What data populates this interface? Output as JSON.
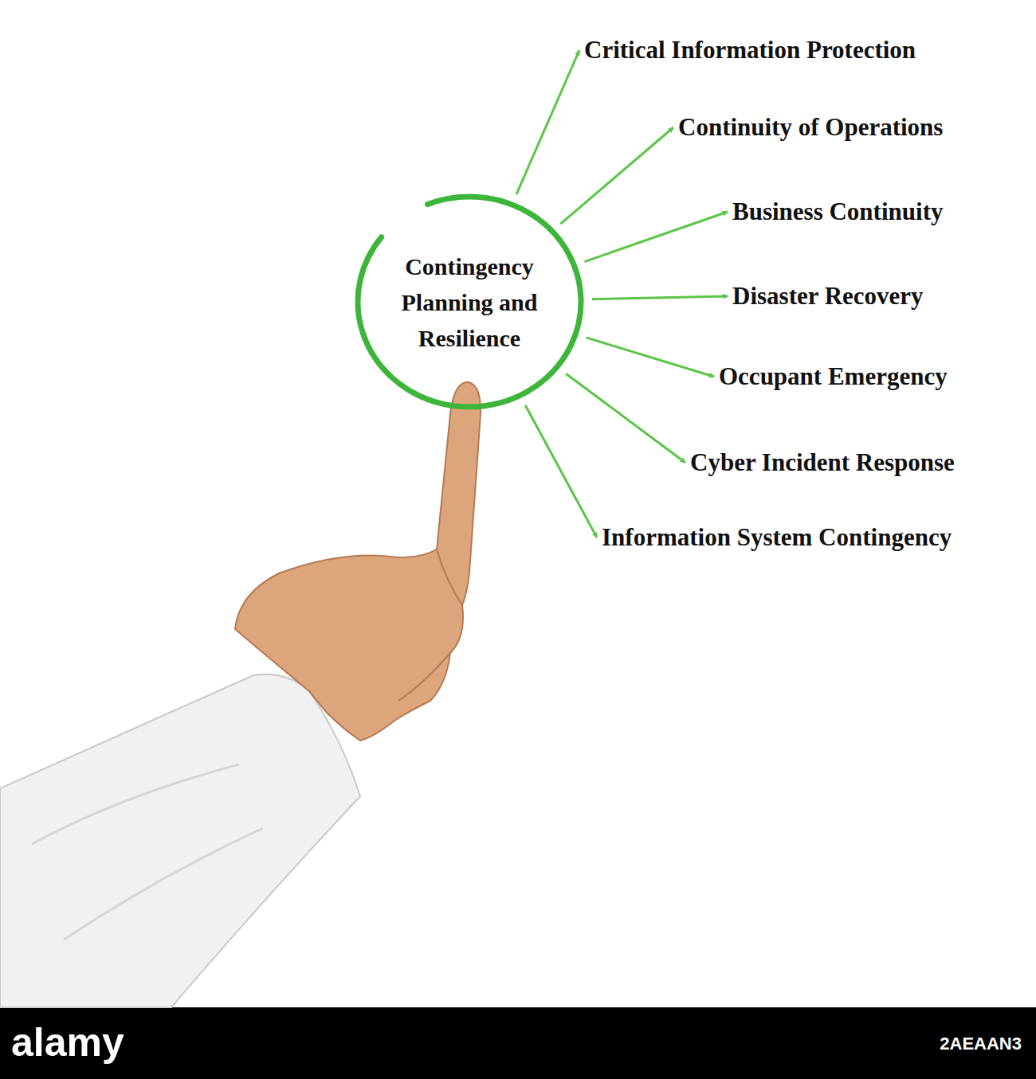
{
  "diagram": {
    "nodes": [
      {
        "text": [
          "Contingency Planning and Resilience"
        ]
      },
      {
        "text": [
          "Critical Information Protection"
        ]
      },
      {
        "text": [
          "Continuity of Operations"
        ]
      },
      {
        "text": [
          "Business Continuity"
        ]
      },
      {
        "text": [
          "Disaster Recovery"
        ]
      },
      {
        "text": [
          "Occupant Emergency"
        ]
      },
      {
        "text": [
          "Cyber Incident Response"
        ]
      },
      {
        "text": [
          "Information System Contingency"
        ]
      }
    ],
    "edges": [
      {
        "from": 0,
        "to": 1,
        "arrow": "to"
      },
      {
        "from": 0,
        "to": 2,
        "arrow": "to"
      },
      {
        "from": 0,
        "to": 3,
        "arrow": "to"
      },
      {
        "from": 0,
        "to": 4,
        "arrow": "to"
      },
      {
        "from": 0,
        "to": 5,
        "arrow": "to"
      },
      {
        "from": 0,
        "to": 6,
        "arrow": "to"
      },
      {
        "from": 0,
        "to": 7,
        "arrow": "to"
      }
    ],
    "labels": [
      "alamy",
      "2AEAAN3"
    ]
  }
}
